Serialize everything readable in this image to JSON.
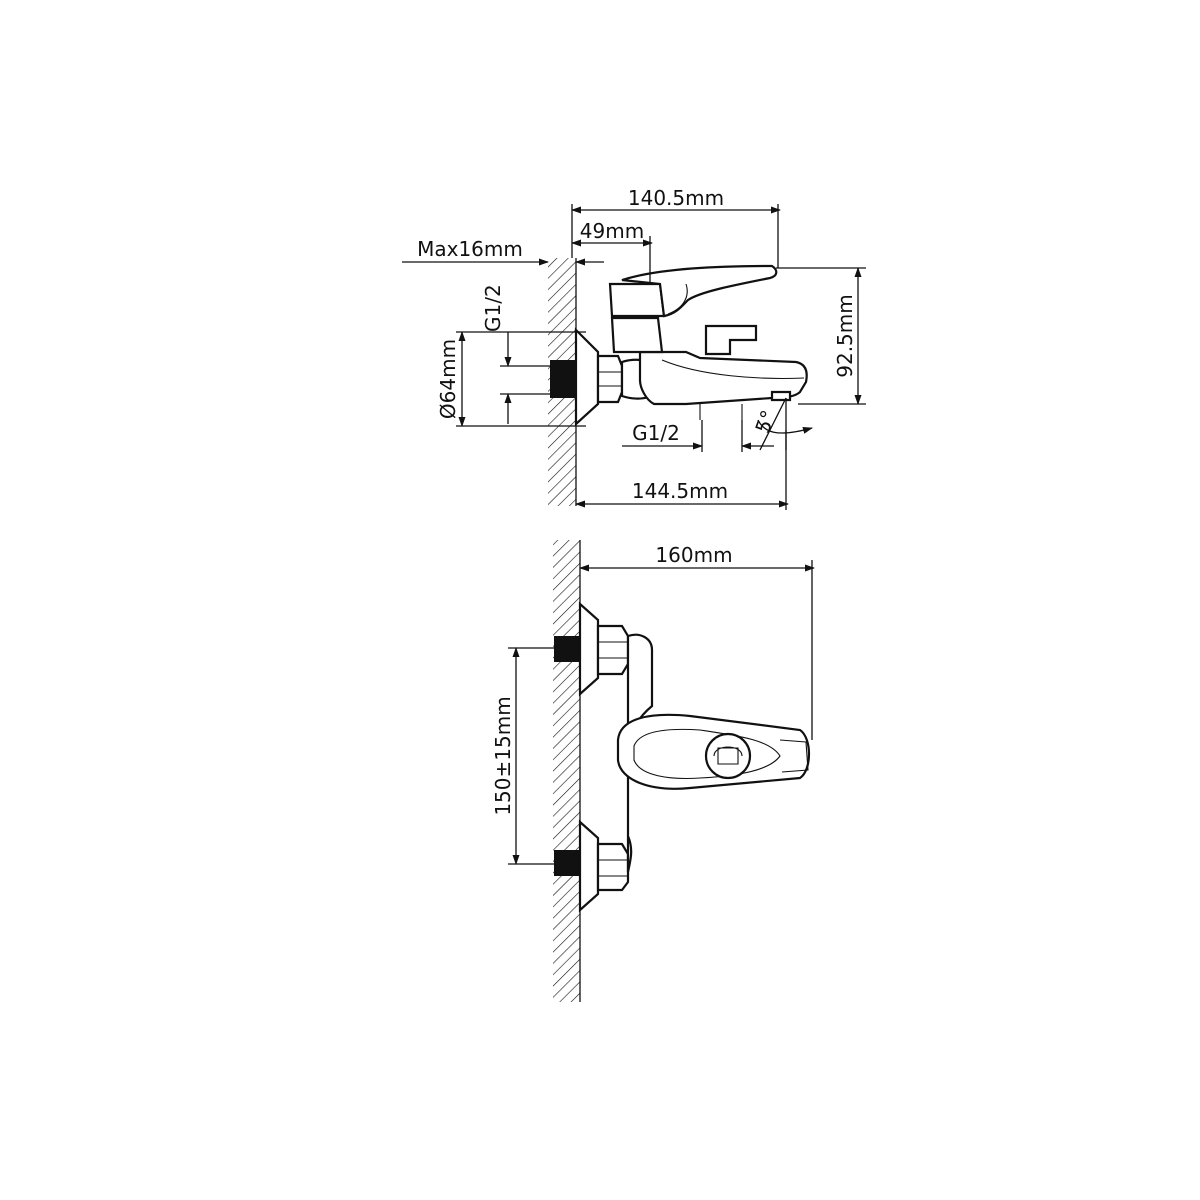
{
  "side_view": {
    "dim_depth_handle": "140.5mm",
    "dim_handle_offset": "49mm",
    "dim_wall_max": "Max16mm",
    "dim_thread_top": "G1/2",
    "dim_flange_dia": "Ø64mm",
    "dim_height": "92.5mm",
    "dim_thread_bottom": "G1/2",
    "dim_angle": "5°",
    "dim_depth_spout": "144.5mm"
  },
  "front_view": {
    "dim_width": "160mm",
    "dim_centers": "150±15mm"
  }
}
